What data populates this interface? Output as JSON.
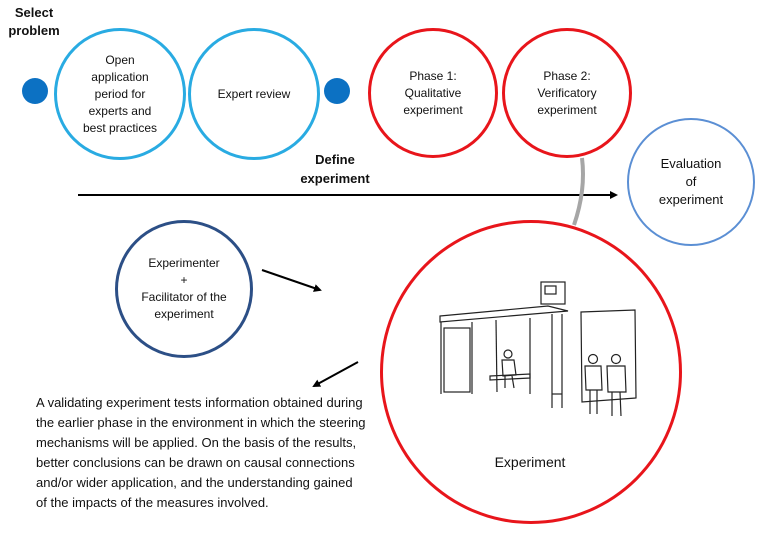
{
  "diagram": {
    "start_label": [
      "Select",
      "problem"
    ],
    "top_row": [
      {
        "id": "open-application",
        "lines": [
          "Open",
          "application",
          "period for",
          "experts and",
          "best practices"
        ]
      },
      {
        "id": "expert-review",
        "lines": [
          "Expert review"
        ]
      },
      {
        "id": "phase-1",
        "lines": [
          "Phase 1:",
          "Qualitative",
          "experiment"
        ]
      },
      {
        "id": "phase-2",
        "lines": [
          "Phase 2:",
          "Verificatory",
          "experiment"
        ]
      }
    ],
    "arrow_label": [
      "Define",
      "experiment"
    ],
    "evaluation": {
      "lines": [
        "Evaluation",
        "of",
        "experiment"
      ]
    },
    "experimenter": {
      "lines": [
        "Experimenter",
        "+",
        "Facilitator of the",
        "experiment"
      ]
    },
    "experiment_circle": {
      "label": "Experiment",
      "illustration": "bus-stop-sketch"
    },
    "description": "A validating experiment tests information obtained during the earlier phase in the environment in which the steering mechanisms will be applied. On the basis of the results, better conclusions can be drawn on causal connections and/or wider application, and the understanding gained of the impacts of the measures involved.",
    "colors": {
      "light_blue": "#29abe2",
      "red": "#e8151b",
      "mid_blue": "#5b8fd4",
      "navy": "#2c4f86",
      "dot_blue": "#0c71c3",
      "connector_gray": "#a6a6a6"
    }
  }
}
